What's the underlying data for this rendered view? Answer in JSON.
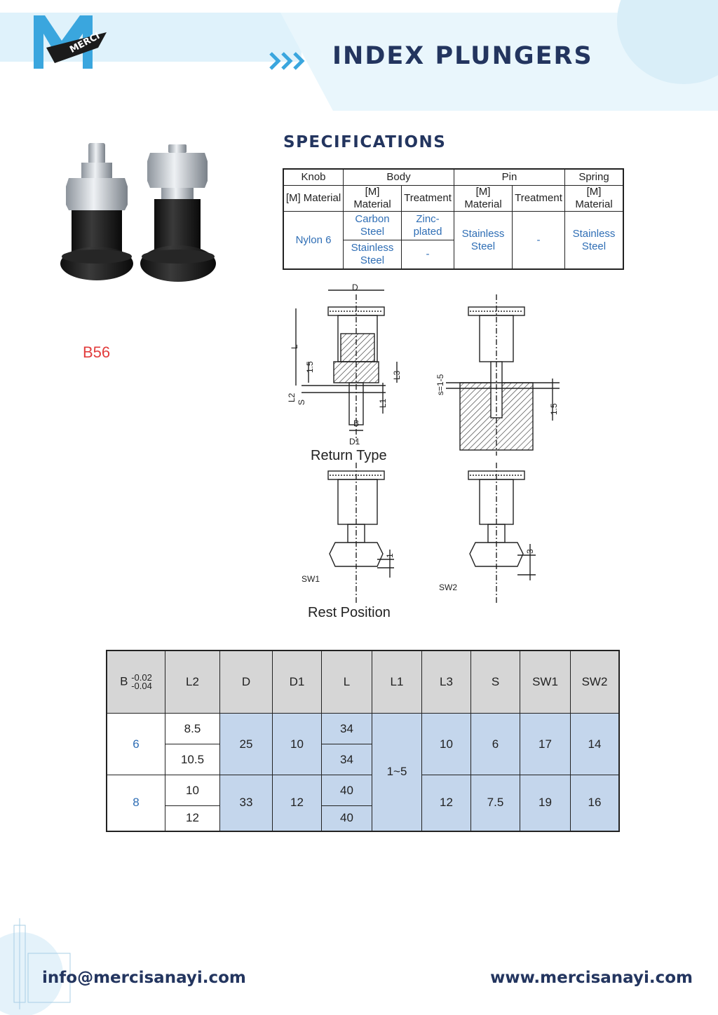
{
  "header": {
    "title": "INDEX PLUNGERS",
    "logo_text": "MERCI"
  },
  "spec_title": "SPECIFICATIONS",
  "model": "B56",
  "spec_table": {
    "groups": [
      "Knob",
      "Body",
      "Pin",
      "Spring"
    ],
    "subheaders": [
      "[M] Material",
      "[M] Material",
      "Treatment",
      "[M] Material",
      "Treatment",
      "[M] Material"
    ],
    "knob_material": "Nylon 6",
    "body_rows": [
      {
        "material": "Carbon Steel",
        "treatment": "Zinc-plated"
      },
      {
        "material": "Stainless Steel",
        "treatment": "-"
      }
    ],
    "pin_material": "Stainless Steel",
    "pin_treatment": "-",
    "spring_material": "Stainless Steel"
  },
  "drawing": {
    "return_type": "Return Type",
    "rest_position": "Rest Position",
    "labels": {
      "d": "D",
      "l": "L",
      "d15": "1.5",
      "l2": "L2",
      "s": "S",
      "l3": "L3",
      "l1": "L1",
      "b": "B",
      "d1": "D1",
      "s15": "s=1-5",
      "r15": "1.5",
      "sw1": "SW1",
      "sw2": "SW2",
      "one": "1",
      "three": "3"
    }
  },
  "dims_table": {
    "b_label": "B",
    "b_tol_upper": "-0.02",
    "b_tol_lower": "-0.04",
    "headers": [
      "L2",
      "D",
      "D1",
      "L",
      "L1",
      "L3",
      "S",
      "SW1",
      "SW2"
    ],
    "groups": [
      {
        "b": "6",
        "l2": [
          "8.5",
          "10.5"
        ],
        "d": "25",
        "d1": "10",
        "l": [
          "34",
          "34"
        ],
        "l3": "10",
        "s": "6",
        "sw1": "17",
        "sw2": "14"
      },
      {
        "b": "8",
        "l2": [
          "10",
          "12"
        ],
        "d": "33",
        "d1": "12",
        "l": [
          "40",
          "40"
        ],
        "l3": "12",
        "s": "7.5",
        "sw1": "19",
        "sw2": "16"
      }
    ],
    "l1": "1~5"
  },
  "footer": {
    "email": "info@mercisanayi.com",
    "website": "www.mercisanayi.com"
  }
}
